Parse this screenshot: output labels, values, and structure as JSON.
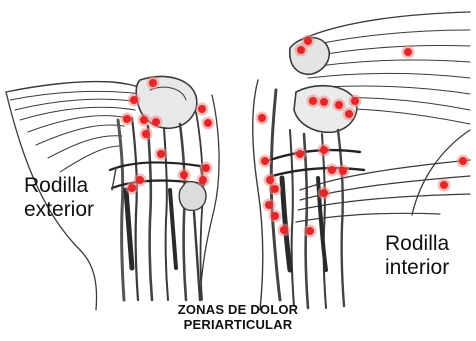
{
  "labels": {
    "left_line1": "Rodilla",
    "left_line2": "exterior",
    "right_line1": "Rodilla",
    "right_line2": "interior"
  },
  "caption": {
    "line1": "ZONAS DE DOLOR",
    "line2": "PERIARTICULAR"
  },
  "colors": {
    "pain_point": "#e4262b",
    "pain_halo": "#f08b84",
    "ink": "#3a3a3a"
  }
}
